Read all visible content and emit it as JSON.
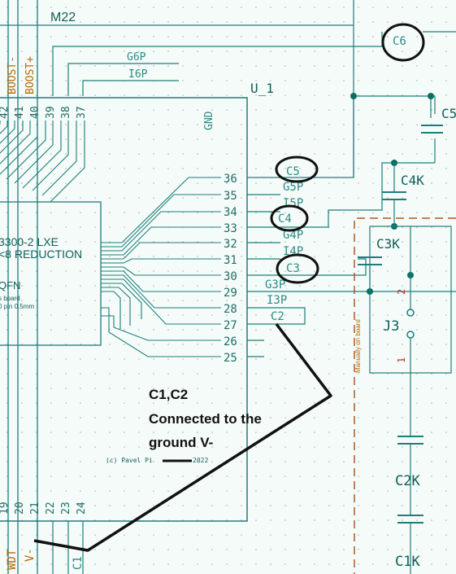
{
  "colors": {
    "background": "#f5fbf9",
    "grid_dot": "#9fb3b0",
    "wire": "#167c78",
    "pin_label": "#1f6e67",
    "ref_text": "#0f5f59",
    "net_label": "#2a8a84",
    "power_label": "#b76800",
    "annotation_black": "#111111",
    "dashed_box": "#b05a1f",
    "junction": "#0d6d63"
  },
  "schematic": {
    "sheet_ref_top": "M22",
    "component_ref": "U_1",
    "chip_lines": [
      "3300-2 LXE",
      "<8 REDUCTION"
    ],
    "chip_pkg_label": "QFN",
    "chip_small_lines": [
      "s board",
      "0 pin 0.5mm"
    ],
    "gnd_label": "GND",
    "boost_labels": [
      "BOOST-",
      "BOOST+"
    ],
    "top_pin_numbers": [
      "42",
      "41",
      "40",
      "39",
      "38",
      "37"
    ],
    "top_net_labels": [
      "G6P",
      "I6P"
    ],
    "right_pin_numbers": [
      "36",
      "35",
      "34",
      "33",
      "32",
      "31",
      "30",
      "29",
      "28",
      "27",
      "26",
      "25"
    ],
    "right_net_labels": [
      "C5",
      "G5P",
      "I5P",
      "C4",
      "G4P",
      "I4P",
      "C3",
      "G3P",
      "I3P",
      "C2"
    ],
    "bottom_pin_numbers": [
      "19",
      "20",
      "21",
      "22",
      "23",
      "24"
    ],
    "bottom_labels": [
      "WDT",
      "V-",
      "C1"
    ],
    "top_right_label": "C6",
    "capacitor_refs": [
      "C5",
      "C4K",
      "C3K",
      "C2K",
      "C1K"
    ],
    "connector_ref": "J3",
    "connector_pins": [
      "2",
      "1"
    ],
    "manual_note": "Manually on board",
    "copyright": "(c) Pavel Pi",
    "copyright_year": "2022"
  },
  "annotations": {
    "note_lines": [
      "C1,C2",
      "Connected to the",
      "ground V-"
    ]
  }
}
